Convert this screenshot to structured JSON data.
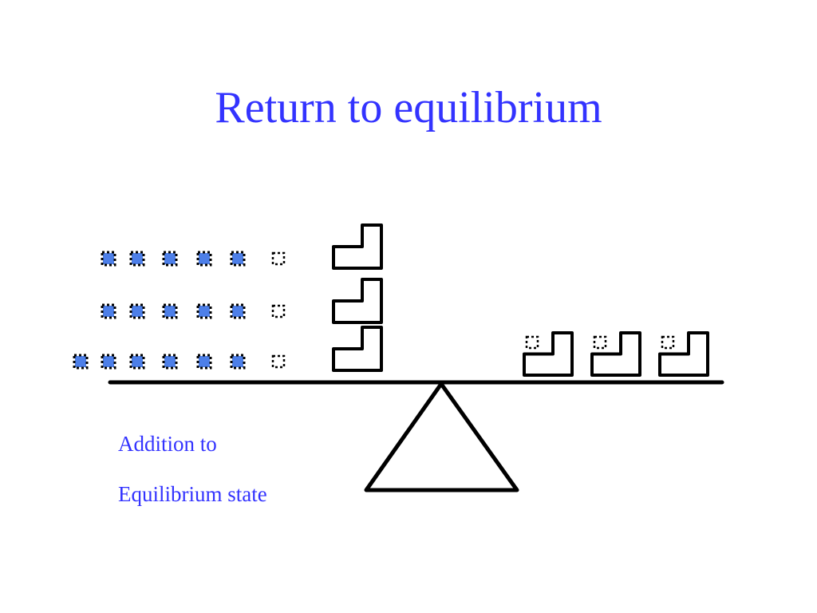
{
  "title": "Return to equilibrium",
  "caption": {
    "line1": "Addition to",
    "line2": "Equilibrium state"
  },
  "colors": {
    "text": "#3333ff",
    "particle_fill": "#4d7fe8",
    "outline": "#000000"
  },
  "diagram": {
    "left_rows": [
      {
        "filled_particles": 5,
        "empty_particles": 1,
        "complexes": 1
      },
      {
        "filled_particles": 5,
        "empty_particles": 1,
        "complexes": 1
      },
      {
        "filled_particles": 6,
        "empty_particles": 1,
        "complexes": 1
      }
    ],
    "right_side": {
      "complexes_with_empty_particle": 3
    },
    "icons": [
      "seesaw-beam-icon",
      "triangle-fulcrum-icon",
      "filled-particle-icon",
      "empty-particle-icon",
      "l-shaped-complex-icon"
    ]
  }
}
